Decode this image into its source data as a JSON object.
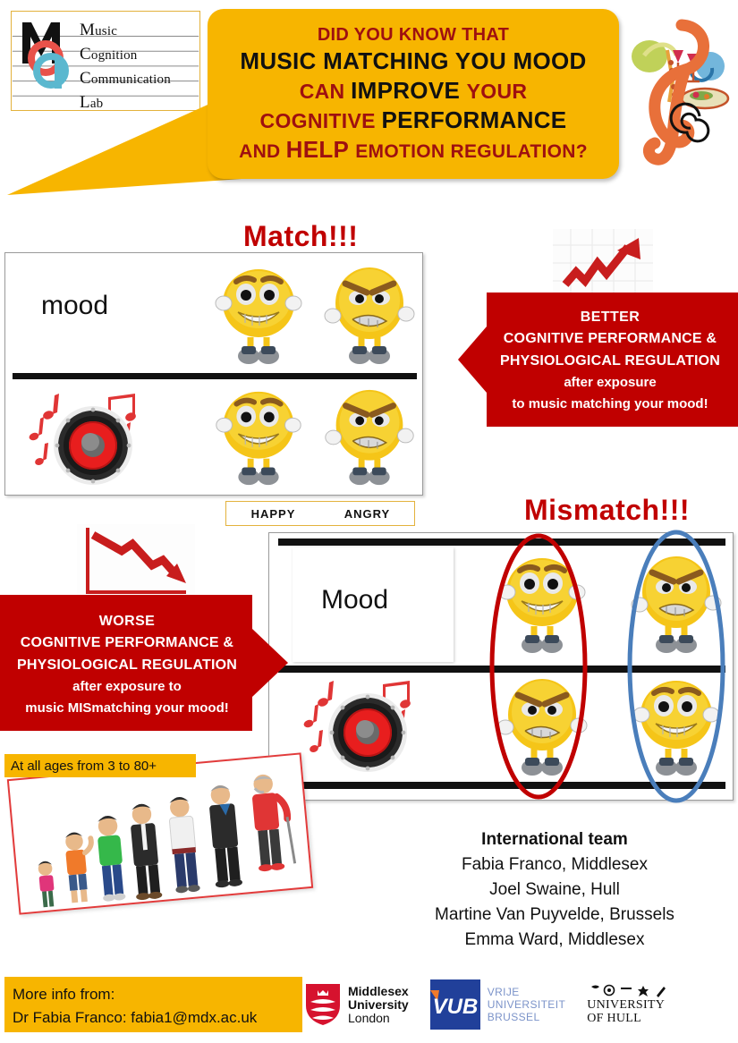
{
  "logo": {
    "lines": [
      {
        "cap": "M",
        "rest": "usic"
      },
      {
        "cap": "C",
        "rest": "ognition"
      },
      {
        "cap": "C",
        "rest": "ommunication"
      },
      {
        "cap": "L",
        "rest": "ab"
      }
    ],
    "monogram_colors": {
      "m": "#111111",
      "c": "#e8524a",
      "l": "#5bb8cf"
    }
  },
  "speech_bubble": {
    "line1": "DID YOU KNOW THAT",
    "line2": "MUSIC MATCHING YOU MOOD",
    "line3_a": "CAN ",
    "line3_b": "IMPROVE ",
    "line3_c": "YOUR",
    "line4_a": "COGNITIVE ",
    "line4_b": "PERFORMANCE",
    "line5_a": "AND ",
    "line5_b": "HELP ",
    "line5_c": "EMOTION REGULATION?",
    "bg_color": "#f7b500",
    "red": "#9e1010",
    "black": "#111111"
  },
  "match_section": {
    "title": "Match!!!",
    "title_color": "#c00000",
    "mood_label": "mood",
    "column_labels": [
      "HAPPY",
      "ANGRY"
    ],
    "row1_faces": [
      "happy",
      "angry"
    ],
    "row2_faces": [
      "happy",
      "angry"
    ]
  },
  "mismatch_section": {
    "title": "Mismatch!!!",
    "title_color": "#c00000",
    "mood_label": "Mood",
    "row1_faces": [
      "happy",
      "angry"
    ],
    "row2_faces": [
      "angry",
      "happy"
    ],
    "highlight_red": "#c00000",
    "highlight_blue": "#4a7ebb"
  },
  "better_banner": {
    "line1": "BETTER",
    "line2": "COGNITIVE PERFORMANCE &",
    "line3": "PHYSIOLOGICAL REGULATION",
    "line4": "after exposure",
    "line5": "to music matching your mood!",
    "bg_color": "#c00000",
    "direction": "left"
  },
  "worse_banner": {
    "line1": "WORSE",
    "line2": "COGNITIVE PERFORMANCE &",
    "line3": "PHYSIOLOGICAL REGULATION",
    "line4": "after exposure to",
    "line5": "music MISmatching your mood!",
    "bg_color": "#c00000",
    "direction": "right"
  },
  "ages": {
    "badge_text": "At all ages from 3 to 80+",
    "badge_bg": "#f7b500",
    "frame_border": "#e23b3b"
  },
  "team": {
    "heading": "International team",
    "members": [
      "Fabia Franco, Middlesex",
      "Joel Swaine, Hull",
      "Martine Van Puyvelde, Brussels",
      "Emma Ward, Middlesex"
    ]
  },
  "footer": {
    "contact_line1": "More info from:",
    "contact_line2": "Dr Fabia Franco: fabia1@mdx.ac.uk",
    "contact_bg": "#f7b500",
    "logos": [
      {
        "id": "middlesex",
        "l1": "Middlesex",
        "l2": "University",
        "l3": "London",
        "color": "#d6122e"
      },
      {
        "id": "vub",
        "mark": "VUB",
        "l1": "VRIJE",
        "l2": "UNIVERSITEIT",
        "l3": "BRUSSEL",
        "color": "#21409a"
      },
      {
        "id": "hull",
        "l1": "UNIVERSITY",
        "l2": "OF HULL",
        "color": "#111111"
      }
    ]
  }
}
